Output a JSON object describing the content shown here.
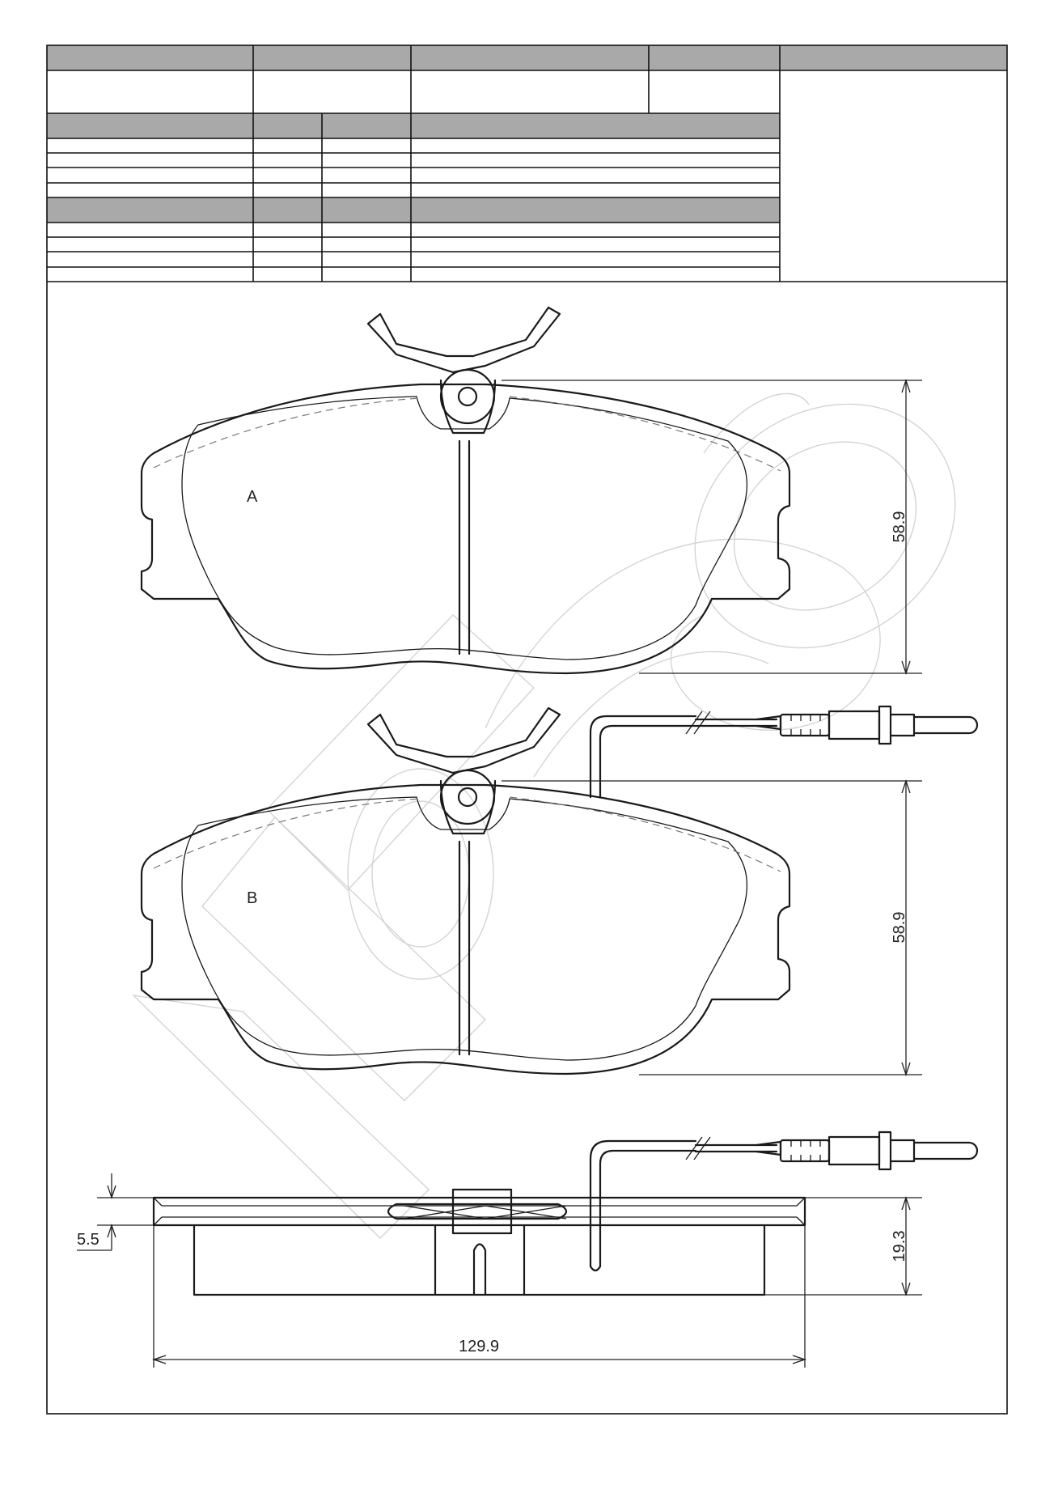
{
  "drawing": {
    "pad_a_label": "A",
    "pad_b_label": "B",
    "dim_height_a": "58.9",
    "dim_height_b": "58.9",
    "dim_width": "129.9",
    "dim_thickness": "19.3",
    "dim_backplate": "5.5"
  }
}
